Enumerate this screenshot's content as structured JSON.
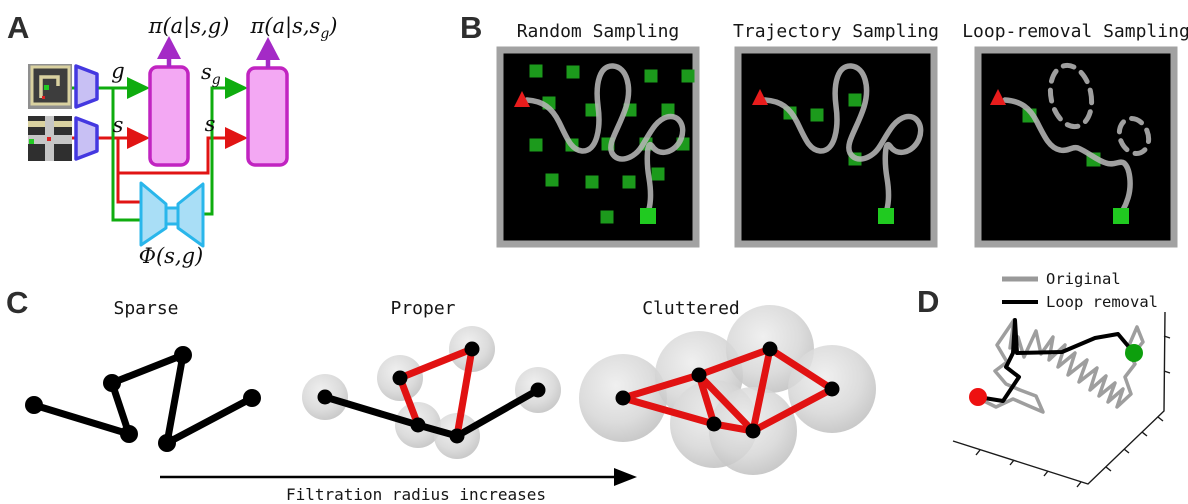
{
  "colors": {
    "accent_green": "#0fac0f",
    "accent_red": "#e11414",
    "magenta_fill": "#f3a8f3",
    "magenta_border": "#c124c1",
    "purple_arrow": "#a42ac6",
    "encoder_fill": "#c8c0f4",
    "encoder_border": "#4438e0",
    "phi_fill": "#a9def6",
    "phi_border": "#29b6eb",
    "trajectory_gray": "#b5b5b5",
    "panel_border_gray": "#a2a2a2",
    "panel_bg": "#000000",
    "sample_green": "#1c9a1c",
    "goal_green": "#20ca20",
    "start_red": "#e81c1c",
    "edge_red": "#e11212",
    "text_dark": "#161616"
  },
  "panel_a": {
    "label": "A",
    "policy_left": "π(a|s,g)",
    "policy_right_main": "π(a|s,s",
    "policy_right_sub": "g",
    "policy_right_close": ")",
    "input_g": "g",
    "input_s": "s",
    "latent_main": "s",
    "latent_sub": "g",
    "input_s2": "s",
    "phi_label": "Φ(s,g)"
  },
  "panel_b": {
    "label": "B",
    "titles": [
      "Random Sampling",
      "Trajectory Sampling",
      "Loop-removal Sampling"
    ]
  },
  "panel_c": {
    "label": "C",
    "titles": [
      "Sparse",
      "Proper",
      "Cluttered"
    ],
    "arrow_caption": "Filtration radius increases"
  },
  "panel_d": {
    "label": "D",
    "legend": [
      {
        "label": "Original"
      },
      {
        "label": "Loop removal"
      }
    ]
  }
}
